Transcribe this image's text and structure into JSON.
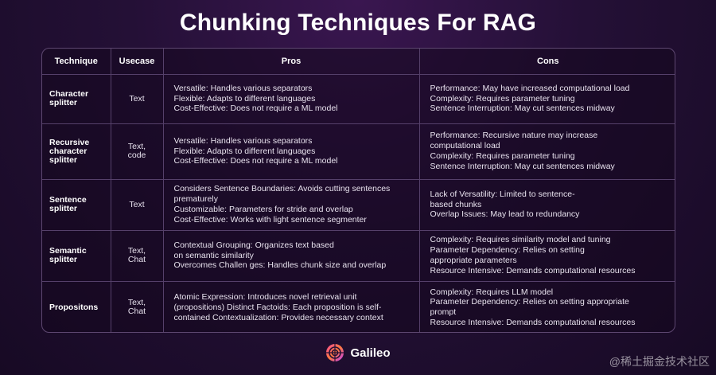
{
  "title": "Chunking Techniques For RAG",
  "table": {
    "headers": [
      "Technique",
      "Usecase",
      "Pros",
      "Cons"
    ],
    "rows": [
      {
        "technique": [
          "Character",
          "splitter"
        ],
        "usecase": [
          "Text"
        ],
        "pros": [
          "Versatile: Handles various separators",
          "Flexible: Adapts to different languages",
          "Cost-Effective: Does not require a ML model"
        ],
        "cons": [
          "Performance:  May have increased computational load",
          "Complexity: Requires parameter tuning",
          "Sentence Interruption: May cut sentences midway"
        ]
      },
      {
        "technique": [
          "Recursive",
          "character",
          "splitter"
        ],
        "usecase": [
          "Text,",
          "code"
        ],
        "pros": [
          "Versatile: Handles various separators",
          "Flexible: Adapts to different languages",
          "Cost-Effective: Does not require a ML model"
        ],
        "cons": [
          "Performance: Recursive nature may increase",
          "computational load",
          "Complexity: Requires parameter tuning",
          "Sentence Interruption: May cut sentences midway"
        ]
      },
      {
        "technique": [
          "Sentence",
          "splitter"
        ],
        "usecase": [
          "Text"
        ],
        "pros": [
          "Considers Sentence Boundaries: Avoids cutting sentences",
          "prematurely",
          "Customizable: Parameters for stride and overlap",
          "Cost-Effective: Works with light sentence segmenter"
        ],
        "cons": [
          "Lack of Versatility: Limited to sentence-",
          "based chunks",
          "Overlap Issues: May lead to redundancy"
        ]
      },
      {
        "technique": [
          "Semantic",
          "splitter"
        ],
        "usecase": [
          "Text,",
          "Chat"
        ],
        "pros": [
          "Contextual Grouping: Organizes text based",
          "on semantic similarity",
          "Overcomes Challen ges: Handles chunk size and overlap"
        ],
        "cons": [
          "Complexity: Requires similarity model and tuning",
          "Parameter Dependency: Relies on setting",
          "appropriate parameters",
          "Resource Intensive: Demands computational resources"
        ]
      },
      {
        "technique": [
          "Propositons"
        ],
        "usecase": [
          "Text,",
          "Chat"
        ],
        "pros": [
          "Atomic Expression: Introduces novel retrieval unit",
          "(propositions) Distinct Factoids: Each proposition is self-",
          "contained Contextualization: Provides necessary context"
        ],
        "cons": [
          "Complexity: Requires LLM model",
          "Parameter Dependency: Relies on setting appropriate",
          "prompt",
          "Resource Intensive: Demands computational resources"
        ]
      }
    ]
  },
  "footer": {
    "brand": "Galileo",
    "logo_icon": "galileo-logo-icon",
    "logo_colors": [
      "#ff4d9a",
      "#ff7a3d",
      "#c13bff"
    ]
  },
  "watermark": "@稀土掘金技术社区",
  "colors": {
    "background": "#241036",
    "border": "#55406a",
    "text": "#ffffff"
  }
}
